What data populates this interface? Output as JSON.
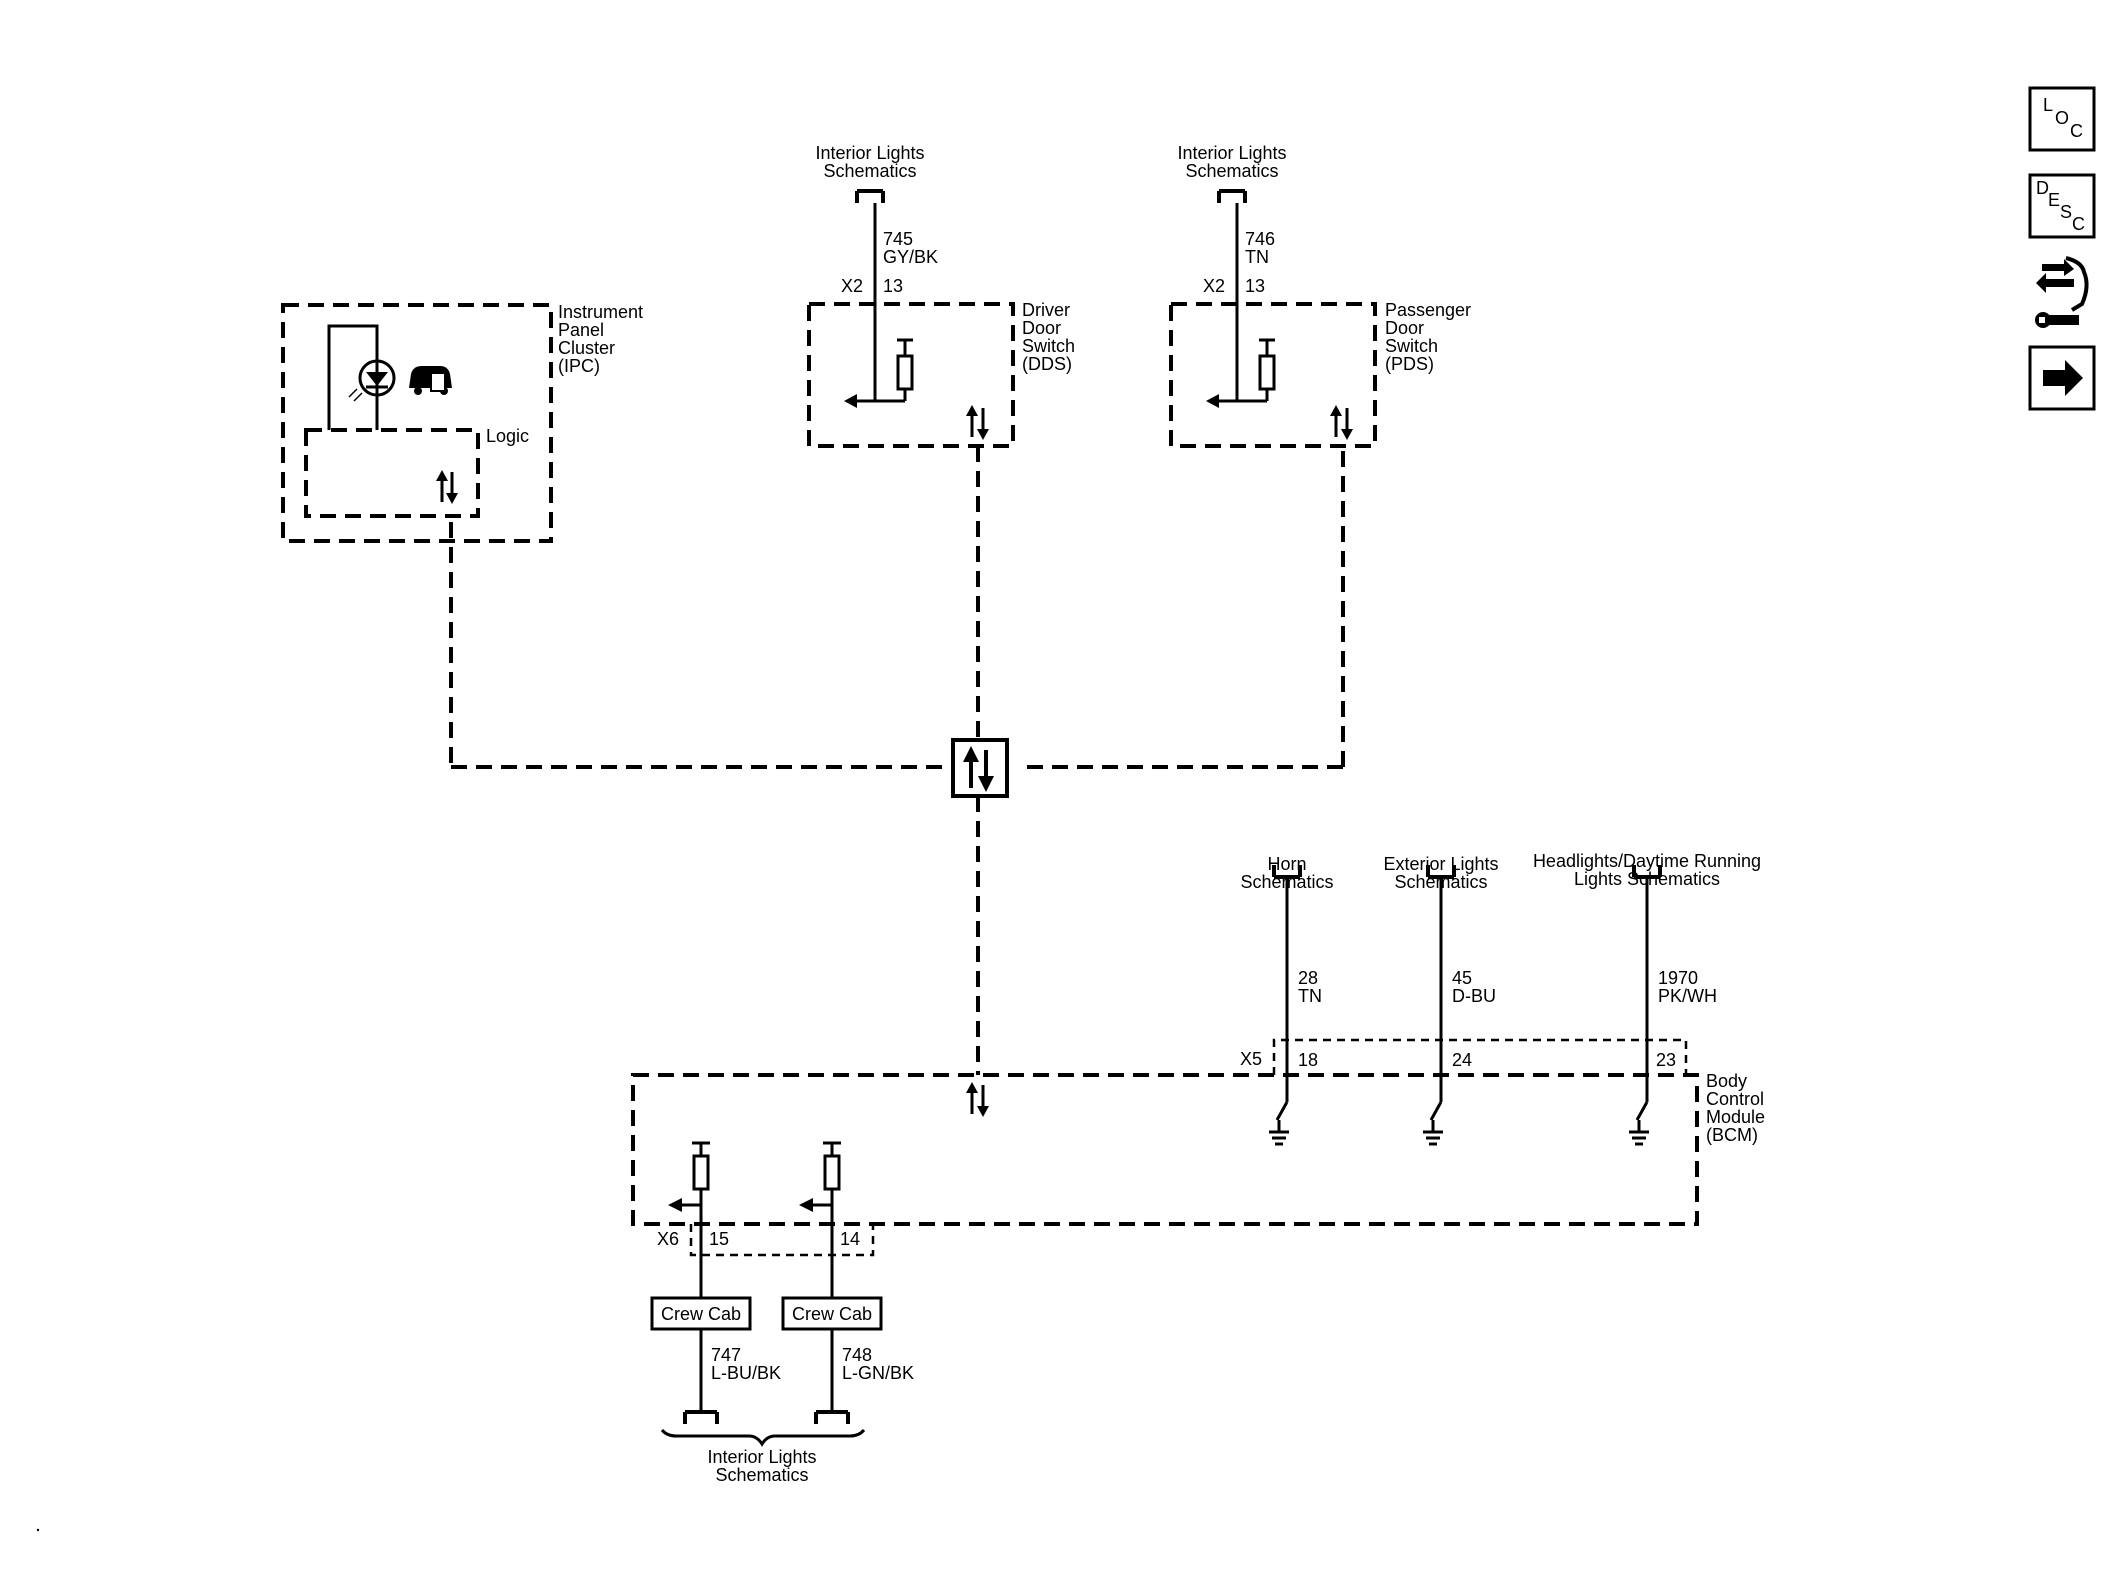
{
  "nav": {
    "loc": {
      "l1": "L",
      "l2": "O",
      "l3": "C"
    },
    "desc": {
      "l1": "D",
      "l2": "E",
      "l3": "S",
      "l4": "C"
    }
  },
  "ipc": {
    "label": [
      "Instrument",
      "Panel",
      "Cluster",
      "(IPC)"
    ],
    "logic": "Logic"
  },
  "dds": {
    "label": [
      "Driver",
      "Door",
      "Switch",
      "(DDS)"
    ],
    "ref": [
      "Interior Lights",
      "Schematics"
    ],
    "circuit": "745",
    "color": "GY/BK",
    "connector": "X2",
    "pin": "13"
  },
  "pds": {
    "label": [
      "Passenger",
      "Door",
      "Switch",
      "(PDS)"
    ],
    "ref": [
      "Interior Lights",
      "Schematics"
    ],
    "circuit": "746",
    "color": "TN",
    "connector": "X2",
    "pin": "13"
  },
  "bcm": {
    "label": [
      "Body",
      "Control",
      "Module",
      "(BCM)"
    ],
    "x5": "X5",
    "x6": "X6",
    "inputs": [
      {
        "ref": [
          "Horn",
          "Schematics"
        ],
        "circuit": "28",
        "color": "TN",
        "pin": "18"
      },
      {
        "ref": [
          "Exterior Lights",
          "Schematics"
        ],
        "circuit": "45",
        "color": "D-BU",
        "pin": "24"
      },
      {
        "ref": [
          "Headlights/Daytime Running",
          "Lights Schematics"
        ],
        "circuit": "1970",
        "color": "PK/WH",
        "pin": "23"
      }
    ],
    "outputs": [
      {
        "pin": "15",
        "option": "Crew Cab",
        "circuit": "747",
        "color": "L-BU/BK"
      },
      {
        "pin": "14",
        "option": "Crew Cab",
        "circuit": "748",
        "color": "L-GN/BK"
      }
    ],
    "outputs_ref": [
      "Interior Lights",
      "Schematics"
    ]
  }
}
